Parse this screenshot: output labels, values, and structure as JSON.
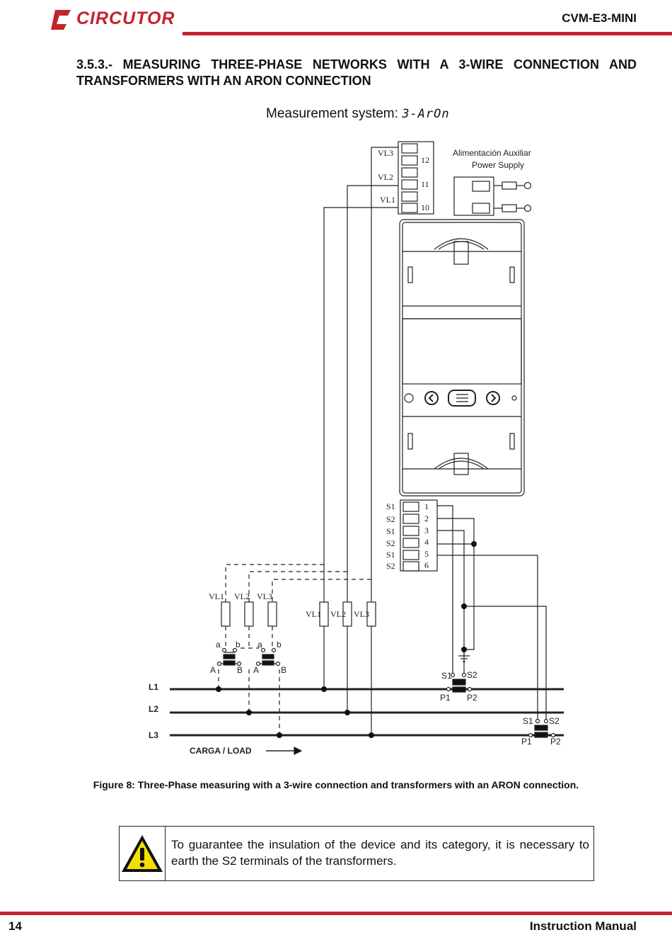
{
  "header": {
    "brand": "CIRCUTOR",
    "doc_code": "CVM-E3-MINI"
  },
  "section": {
    "title": "3.5.3.- MEASURING THREE-PHASE NETWORKS WITH A 3-WIRE CONNECTION AND TRANSFORMERS WITH AN ARON CONNECTION"
  },
  "measurement": {
    "label": "Measurement system:",
    "value": "3-ArOn"
  },
  "diagram": {
    "voltage_terminals": [
      "VL3",
      "VL2",
      "VL1"
    ],
    "voltage_terminal_numbers": [
      "12",
      "11",
      "10"
    ],
    "power_supply_label_es": "Alimentación  Auxiliar",
    "power_supply_label_en": "Power Supply",
    "current_terminals": [
      "S1",
      "S2",
      "S1",
      "S2",
      "S1",
      "S2"
    ],
    "current_terminal_numbers": [
      "1",
      "2",
      "3",
      "4",
      "5",
      "6"
    ],
    "fuses_left": [
      "VL1",
      "VL2",
      "VL3"
    ],
    "fuses_right": [
      "VL1",
      "VL2",
      "VL3"
    ],
    "vt_secondary": [
      "a",
      "b",
      "a",
      "b"
    ],
    "vt_primary": [
      "A",
      "B",
      "A",
      "B"
    ],
    "lines": [
      "L1",
      "L2",
      "L3"
    ],
    "ct1": {
      "s1": "S1",
      "s2": "S2",
      "p1": "P1",
      "p2": "P2"
    },
    "ct2": {
      "s1": "S1",
      "s2": "S2",
      "p1": "P1",
      "p2": "P2"
    },
    "load_label": "CARGA / LOAD"
  },
  "figure": {
    "caption": "Figure 8: Three-Phase measuring with a 3-wire connection and transformers with an ARON connection."
  },
  "warning": {
    "text": "To guarantee the insulation of the device and its category, it is necessary to earth the S2 terminals of the transformers."
  },
  "footer": {
    "page_number": "14",
    "title": "Instruction Manual"
  },
  "colors": {
    "brand_red": "#c3232e",
    "warning_yellow": "#f2e000"
  }
}
